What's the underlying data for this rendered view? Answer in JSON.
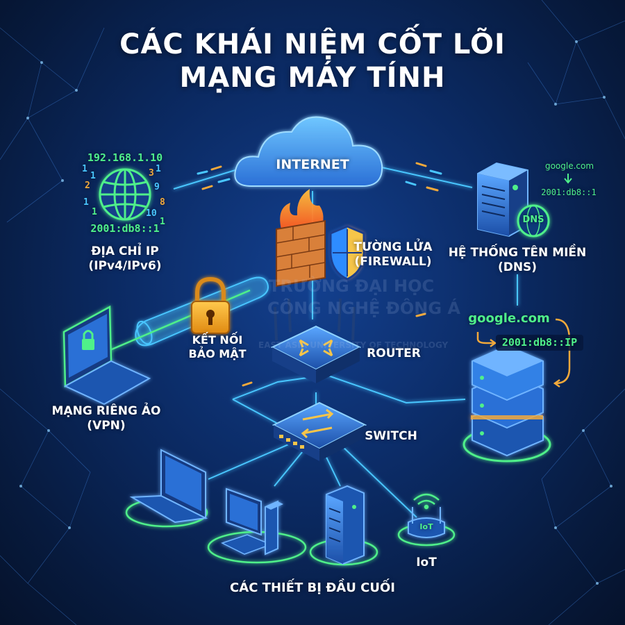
{
  "title": {
    "line1": "CÁC KHÁI NIỆM CỐT LÕI",
    "line2": "MẠNG MÁY TÍNH"
  },
  "colors": {
    "background": "#0b2a63",
    "green": "#4ff08a",
    "orange": "#f2a93b",
    "cyan": "#49c6ff",
    "white": "#ffffff"
  },
  "internet": {
    "label": "INTERNET"
  },
  "ip": {
    "ipv4": "192.168.1.10",
    "ipv6": "2001:db8::1",
    "digits_left": [
      "1",
      "1",
      "2",
      "1",
      "1"
    ],
    "digits_right": [
      "1",
      "3",
      "9",
      "8",
      "10",
      "1"
    ],
    "label_line1": "ĐỊA CHỈ IP",
    "label_line2": "(IPv4/IPv6)"
  },
  "firewall": {
    "label_line1": "TƯỜNG LỬA",
    "label_line2": "(FIREWALL)"
  },
  "dns": {
    "server_domain": "google.com",
    "server_ip": "2001:db8::1",
    "badge": "DNS",
    "label_line1": "HỆ THỐNG TÊN MIỀN",
    "label_line2": "(DNS)",
    "lookup_domain": "google.com",
    "lookup_result": "2001:db8::IP"
  },
  "secure": {
    "label_line1": "KẾT NỐI",
    "label_line2": "BẢO MẬT"
  },
  "vpn": {
    "label_line1": "MẠNG RIÊNG ẢO",
    "label_line2": "(VPN)"
  },
  "router": {
    "label": "ROUTER"
  },
  "switch": {
    "label": "SWITCH"
  },
  "iot": {
    "badge": "IoT",
    "label": "IoT"
  },
  "devices": {
    "label": "CÁC THIẾT BỊ ĐẦU CUỐI"
  },
  "watermark": {
    "line1": "TRƯỜNG ĐẠI HỌC",
    "line2": "CÔNG NGHỆ ĐÔNG Á",
    "line3": "EAST ASIA UNIVERSITY OF TECHNOLOGY"
  },
  "icons": [
    "globe-icon",
    "cloud-icon",
    "firewall-icon",
    "shield-icon",
    "server-icon",
    "dns-globe-icon",
    "lock-icon",
    "laptop-icon",
    "router-icon",
    "switch-icon",
    "database-server-icon",
    "desktop-pc-icon",
    "tower-server-icon",
    "iot-hub-icon",
    "wifi-icon"
  ]
}
